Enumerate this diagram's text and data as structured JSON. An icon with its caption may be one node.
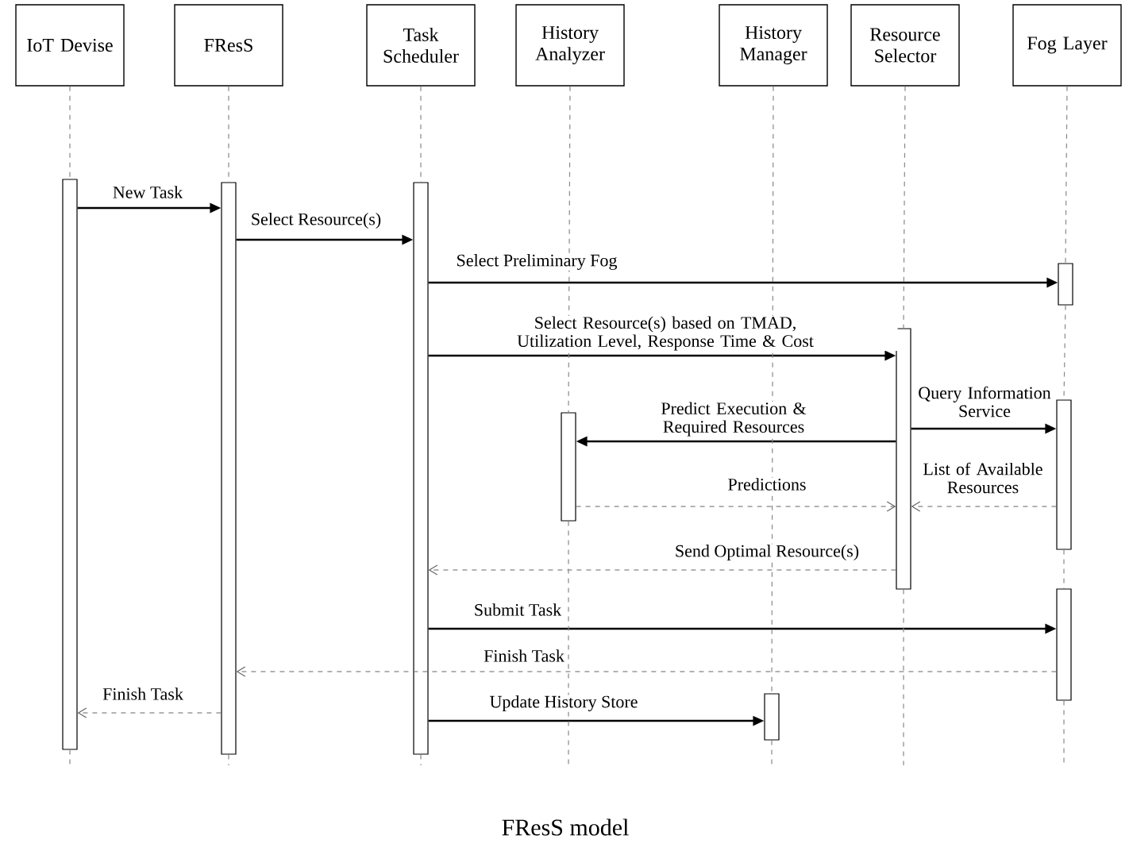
{
  "diagram": {
    "caption": "FResS model",
    "nodes": [
      {
        "text": [
          "IoT Devise"
        ]
      },
      {
        "text": [
          "FResS"
        ]
      },
      {
        "text": [
          "Task Scheduler"
        ]
      },
      {
        "text": [
          "History Analyzer"
        ]
      },
      {
        "text": [
          "History Manager"
        ]
      },
      {
        "text": [
          "Resource Selector"
        ]
      },
      {
        "text": [
          "Fog Layer"
        ]
      },
      {
        "text": [],
        "shape": "bar"
      },
      {
        "text": [],
        "shape": "bar"
      },
      {
        "text": [],
        "shape": "bar"
      },
      {
        "text": [],
        "shape": "bar"
      },
      {
        "text": [],
        "shape": "bar"
      },
      {
        "text": [],
        "shape": "bar"
      },
      {
        "text": [],
        "shape": "bar"
      },
      {
        "text": [],
        "shape": "bar"
      },
      {
        "text": [],
        "shape": "bar"
      }
    ],
    "edges": [
      {
        "from": 7,
        "to": 8,
        "arrow": "to",
        "label": "New Task",
        "color": "#000000"
      },
      {
        "from": 8,
        "to": 9,
        "arrow": "to",
        "label": "Select Resource(s)",
        "color": "#000000"
      },
      {
        "from": 9,
        "to": 10,
        "arrow": "to",
        "label": "Select Preliminary Fog",
        "color": "#000000"
      },
      {
        "from": 9,
        "to": 11,
        "arrow": "to",
        "label": "Select Resource(s) based on TMAD, Utilization Level, Response Time & Cost",
        "color": "#000000"
      },
      {
        "from": 11,
        "to": 12,
        "arrow": "to",
        "label": "Predict Execution & Required Resources",
        "color": "#000000"
      },
      {
        "from": 11,
        "to": 13,
        "arrow": "to",
        "label": "Query Information Service",
        "color": "#000000"
      },
      {
        "from": 12,
        "to": 11,
        "arrow": "to",
        "label": "Predictions",
        "style": "dashed",
        "color": "#666666"
      },
      {
        "from": 13,
        "to": 11,
        "arrow": "to",
        "label": "List of Available Resources",
        "style": "dashed",
        "color": "#666666"
      },
      {
        "from": 11,
        "to": 9,
        "arrow": "to",
        "label": "Send Optimal Resource(s)",
        "style": "dashed",
        "color": "#666666"
      },
      {
        "from": 9,
        "to": 14,
        "arrow": "to",
        "label": "Submit Task",
        "color": "#000000"
      },
      {
        "from": 14,
        "to": 8,
        "arrow": "to",
        "label": "Finish Task",
        "style": "dashed",
        "color": "#666666"
      },
      {
        "from": 8,
        "to": 7,
        "arrow": "to",
        "label": "Finish Task",
        "style": "dashed",
        "color": "#666666"
      },
      {
        "from": 9,
        "to": 15,
        "arrow": "to",
        "label": "Update History Store",
        "color": "#000000"
      },
      {
        "from": 0,
        "to": 7,
        "arrow": "none",
        "style": "dashed",
        "color": "#888888"
      },
      {
        "from": 7,
        "to": null,
        "arrow": "none",
        "style": "dashed",
        "color": "#888888"
      },
      {
        "from": 1,
        "to": 8,
        "arrow": "none",
        "style": "dashed",
        "color": "#888888"
      },
      {
        "from": 8,
        "to": null,
        "arrow": "none",
        "style": "dashed",
        "color": "#888888"
      },
      {
        "from": 2,
        "to": 9,
        "arrow": "none",
        "style": "dashed",
        "color": "#888888"
      },
      {
        "from": 9,
        "to": null,
        "arrow": "none",
        "style": "dashed",
        "color": "#888888"
      },
      {
        "from": 3,
        "to": 12,
        "arrow": "none",
        "style": "dashed",
        "color": "#888888"
      },
      {
        "from": 12,
        "to": null,
        "arrow": "none",
        "style": "dashed",
        "color": "#888888"
      },
      {
        "from": 4,
        "to": 15,
        "arrow": "none",
        "style": "dashed",
        "color": "#888888"
      },
      {
        "from": 15,
        "to": null,
        "arrow": "none",
        "style": "dashed",
        "color": "#888888"
      },
      {
        "from": 5,
        "to": 11,
        "arrow": "none",
        "style": "dashed",
        "color": "#888888"
      },
      {
        "from": 11,
        "to": null,
        "arrow": "none",
        "style": "dashed",
        "color": "#888888"
      },
      {
        "from": 6,
        "to": 10,
        "arrow": "none",
        "style": "dashed",
        "color": "#888888"
      },
      {
        "from": 10,
        "to": 13,
        "arrow": "none",
        "style": "dashed",
        "color": "#888888"
      },
      {
        "from": 13,
        "to": 14,
        "arrow": "none",
        "style": "dashed",
        "color": "#888888"
      },
      {
        "from": 14,
        "to": null,
        "arrow": "none",
        "style": "dashed",
        "color": "#888888"
      }
    ]
  }
}
